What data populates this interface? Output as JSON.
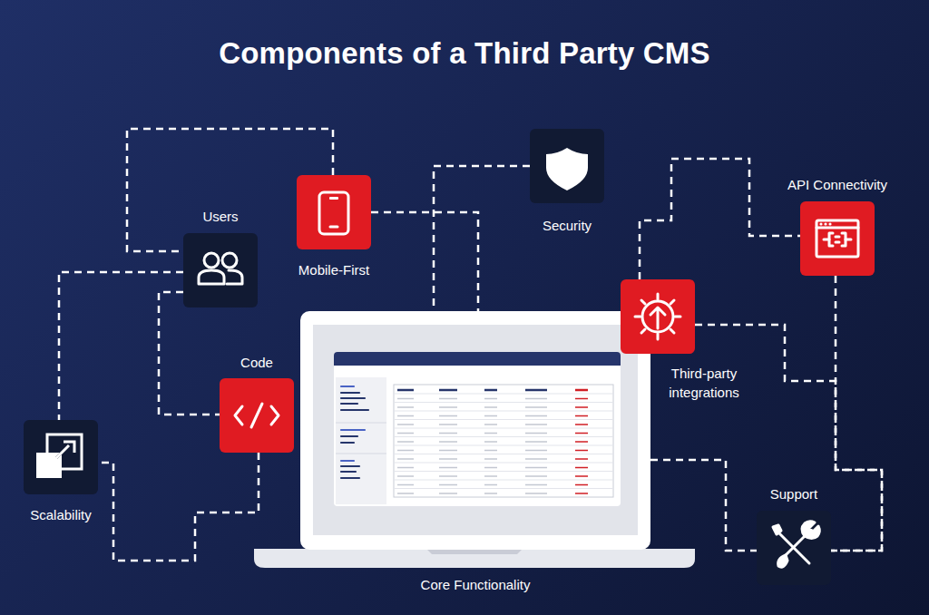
{
  "diagram": {
    "title": "Components of a Third Party CMS",
    "nodes": [
      {
        "text": [
          "Mobile-First"
        ]
      },
      {
        "text": [
          "Security"
        ]
      },
      {
        "text": [
          "API Connectivity"
        ]
      },
      {
        "text": [
          "Users"
        ]
      },
      {
        "text": [
          "Code"
        ]
      },
      {
        "text": [
          "Third-party integrations"
        ]
      },
      {
        "text": [
          "Scalability"
        ]
      },
      {
        "text": [
          "Support"
        ]
      },
      {
        "text": [
          "Core Functionality"
        ]
      }
    ],
    "edges": [
      {
        "from": 0,
        "to": 3,
        "arrow": "none"
      },
      {
        "from": 3,
        "to": 6,
        "arrow": "none"
      },
      {
        "from": 3,
        "to": 4,
        "arrow": "none"
      },
      {
        "from": 0,
        "to": 8,
        "arrow": "none"
      },
      {
        "from": 1,
        "to": 8,
        "arrow": "none"
      },
      {
        "from": 5,
        "to": 2,
        "arrow": "none"
      },
      {
        "from": 5,
        "to": 7,
        "arrow": "none"
      },
      {
        "from": 2,
        "to": 7,
        "arrow": "none"
      },
      {
        "from": 8,
        "to": 7,
        "arrow": "none"
      },
      {
        "from": 4,
        "to": 6,
        "arrow": "none"
      }
    ]
  }
}
